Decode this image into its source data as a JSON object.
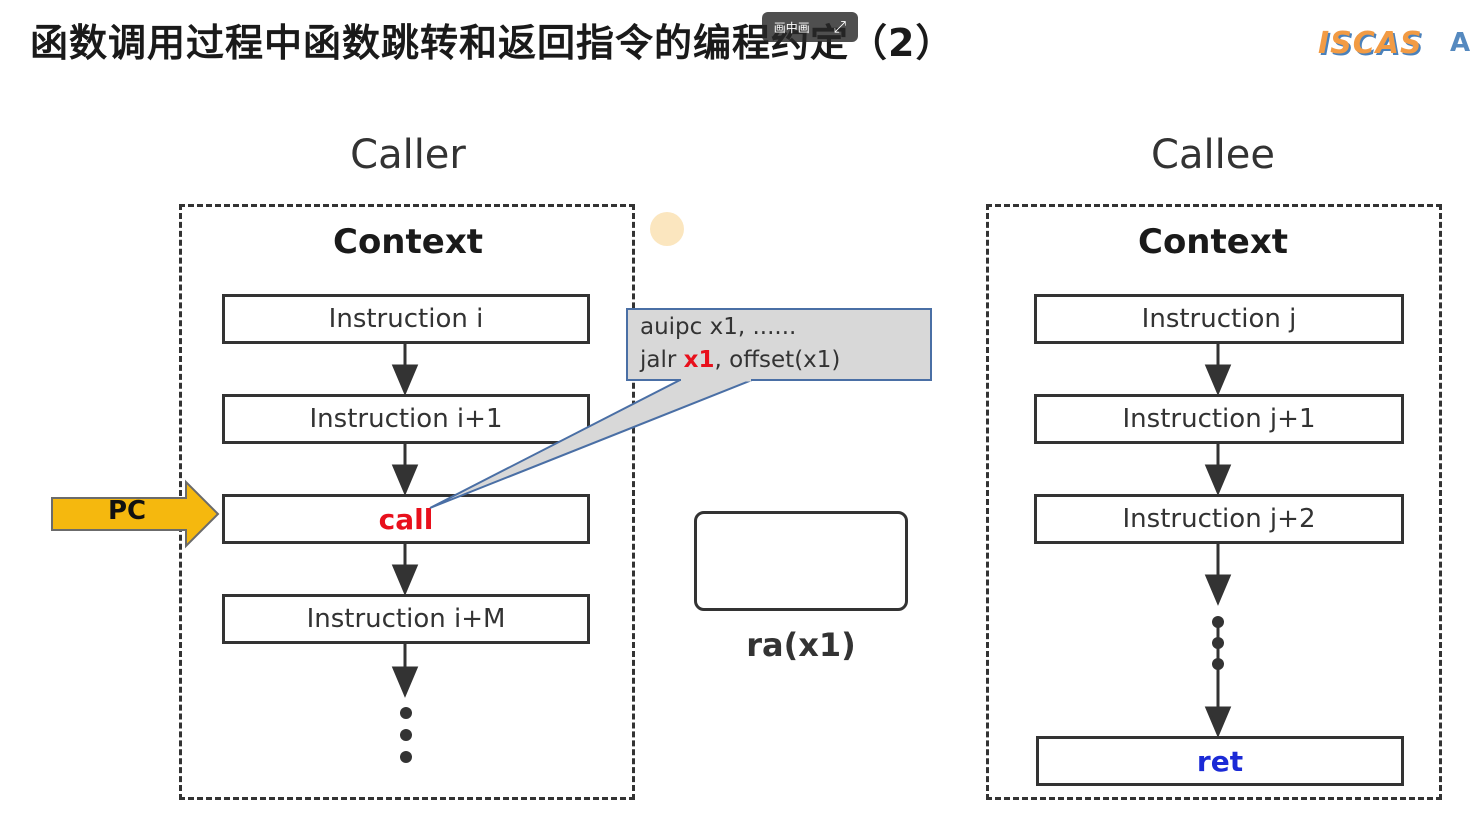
{
  "slide": {
    "title": "函数调用过程中函数跳转和返回指令的编程约定（2）",
    "logo_text": "ISCAS",
    "logo_extra": "A"
  },
  "overlay": {
    "pip_label": "画中画",
    "pip_icon": "⤢"
  },
  "caller": {
    "column_label": "Caller",
    "context_label": "Context",
    "instructions": [
      "Instruction i",
      "Instruction i+1",
      "call",
      "Instruction i+M"
    ]
  },
  "callee": {
    "column_label": "Callee",
    "context_label": "Context",
    "instructions": [
      "Instruction j",
      "Instruction j+1",
      "Instruction j+2",
      "ret"
    ]
  },
  "pc": {
    "label": "PC"
  },
  "callout": {
    "line1": "auipc x1, ......",
    "line2_prefix": "jalr ",
    "line2_reg": "x1",
    "line2_suffix": ", offset(x1)"
  },
  "register": {
    "label": "ra(x1)"
  },
  "colors": {
    "call_text": "#e8101c",
    "ret_text": "#1b2ad6",
    "pc_arrow": "#f5b80e",
    "callout_fill": "#d8d8d8",
    "callout_border": "#4a6fa5"
  }
}
